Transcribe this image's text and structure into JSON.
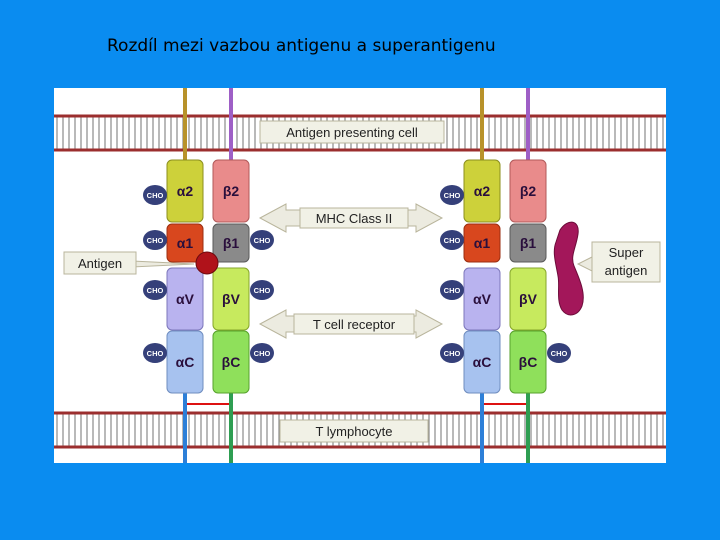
{
  "slide": {
    "title": "Rozdíl mezi vazbou antigenu a superantigenu"
  },
  "labels": {
    "apc": "Antigen presenting cell",
    "mhc": "MHC Class II",
    "tcr": "T cell receptor",
    "tlymph": "T lymphocyte",
    "antigen": "Antigen",
    "super_line1": "Super",
    "super_line2": "antigen"
  },
  "domains": {
    "a2": "α2",
    "b2": "β2",
    "a1": "α1",
    "b1": "β1",
    "aV": "αV",
    "bV": "βV",
    "aC": "αC",
    "bC": "βC"
  },
  "cho": "CHO",
  "colors": {
    "background": "#0a8cf0",
    "alpha2": "#cdd13a",
    "beta2": "#e98b8b",
    "alpha1": "#d8471e",
    "beta1": "#8a8a8a",
    "alphaV": "#b9b3ef",
    "betaV": "#c7ea5e",
    "alphaC": "#a7c2ef",
    "betaC": "#8fe05b",
    "antigen": "#b0121a",
    "superantigen": "#a3175a"
  }
}
